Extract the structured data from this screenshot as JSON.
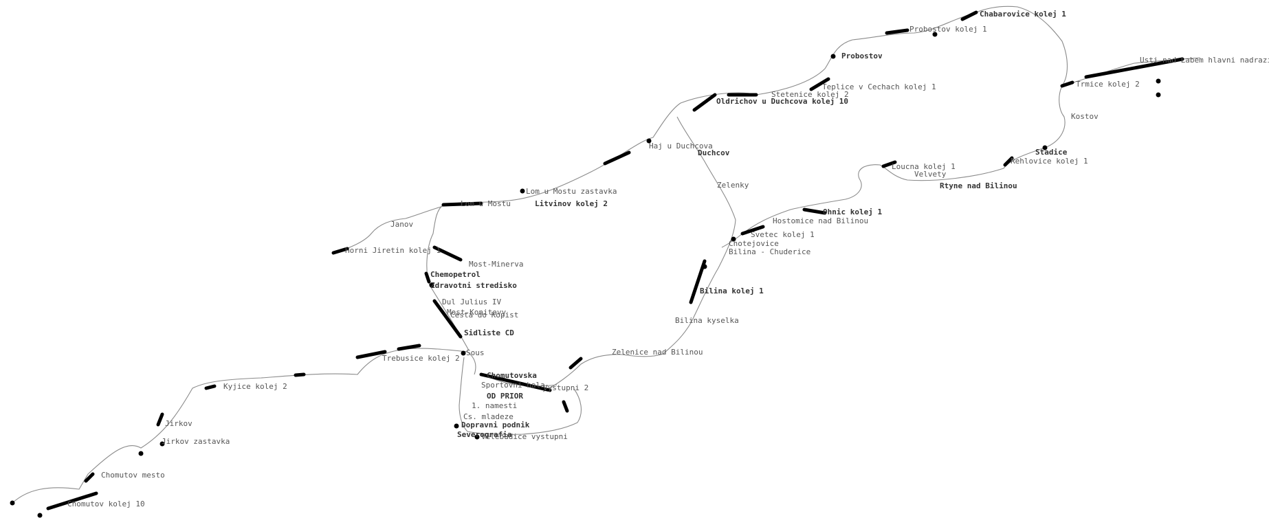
{
  "map": {
    "colors": {
      "route": "#8a8a8a",
      "stop": "#000000",
      "label": "#555555",
      "background": "#ffffff"
    },
    "labels": {
      "chabarovice": "Chabarovice kolej 1",
      "probostov_kolej": "Probostov kolej 1",
      "probostov": "Probostov",
      "teplice": "Teplice v Cechach kolej 1",
      "stetenice": "Stetenice kolej 2",
      "oldrichov": "Oldrichov u Duchcova kolej 10",
      "trmice": "Trmice kolej 2",
      "kostov": "Kostov",
      "stadice": "Stadice",
      "rehlovice": "Rehlovice kolej 1",
      "haj": "Haj u Duchcova",
      "duchcov": "Duchcov",
      "lom_zastavka": "Lom u Mostu zastavka",
      "lom": "Lom u Mostu",
      "litvinov": "Litvinov kolej 2",
      "janov": "Janov",
      "horni_jiretin": "Horni Jiretin kolej 1",
      "most_minerva": "Most-Minerva",
      "chemopetrol": "Chemopetrol",
      "zdravotni": "Zdravotni stredisko",
      "dul_julius": "Dul Julius IV",
      "most_konitovy": "Most-Konitovy",
      "cesta_kopist": "Cesta do Kopist",
      "sidliste_cd": "Sidliste CD",
      "sous": "Sous",
      "trebusice": "Trebusice kolej 2",
      "kyjice": "Kyjice kolej 2",
      "jirkov": "Jirkov",
      "jirkov_zastavka": "Jirkov zastavka",
      "chomutov_mesto": "Chomutov mesto",
      "chomutov": "Chomutov kolej 10",
      "zelenky": "Zelenky",
      "loucna": "Loucna kolej 1",
      "velvety": "Velvety",
      "rtyne": "Rtyne nad Bilinou",
      "ohnic": "Ohnic kolej 1",
      "hostomice": "Hostomice nad Bilinou",
      "svetec": "Svetec kolej 1",
      "chotejovice": "Chotejovice",
      "bilina_chuderice": "Bilina - Chuderice",
      "bilina": "Bilina kolej 1",
      "bilina_kyselka": "Bilina kyselka",
      "zelenice": "Zelenice nad Bilinou",
      "chomutovska": "Chomutovska",
      "sportovni_hala": "Sportovni hala",
      "vystupni": "Vystupni 2",
      "od_prior": "OD PRIOR",
      "prvni_namesti": "1. namesti",
      "cs_mladeze": "Cs. mladeze",
      "dopravni_podnik": "Dopravni podnik",
      "severografia": "Severografia",
      "velebudice": "Velebudice vystupni",
      "usti": "Usti nad Labem hlavni nadrazi"
    }
  }
}
